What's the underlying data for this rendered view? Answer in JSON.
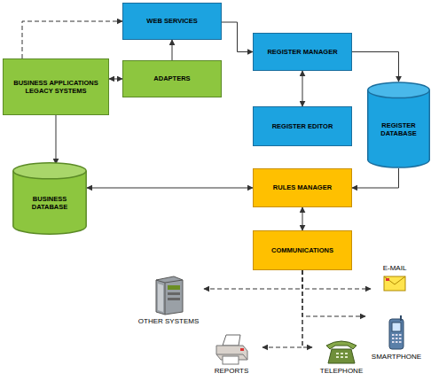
{
  "diagram": {
    "nodes": [
      {
        "text": [
          "WEB SERVICES"
        ]
      },
      {
        "text": [
          "BUSINESS APPLICATIONS LEGACY SYSTEMS"
        ]
      },
      {
        "text": [
          "ADAPTERS"
        ]
      },
      {
        "text": [
          "REGISTER MANAGER"
        ]
      },
      {
        "text": [
          "REGISTER EDITOR"
        ]
      },
      {
        "text": [
          "REGISTER DATABASE"
        ]
      },
      {
        "text": [
          "BUSINESS DATABASE"
        ]
      },
      {
        "text": [
          "RULES MANAGER"
        ]
      },
      {
        "text": [
          "COMMUNICATIONS"
        ]
      },
      {
        "text": [
          "E-MAIL"
        ]
      },
      {
        "text": [
          "OTHER SYSTEMS"
        ]
      },
      {
        "text": [
          "SMARTPHONE"
        ]
      },
      {
        "text": [
          "REPORTS"
        ]
      },
      {
        "text": [
          "TELEPHONE"
        ]
      }
    ],
    "edges": [
      {
        "from": 1,
        "to": 0,
        "arrow": "to"
      },
      {
        "from": 1,
        "to": 2,
        "arrow": "both"
      },
      {
        "from": 2,
        "to": 0,
        "arrow": "to"
      },
      {
        "from": 0,
        "to": 3,
        "arrow": "to"
      },
      {
        "from": 3,
        "to": 4,
        "arrow": "both"
      },
      {
        "from": 3,
        "to": 5,
        "arrow": "to"
      },
      {
        "from": 1,
        "to": 6,
        "arrow": "to"
      },
      {
        "from": 6,
        "to": 7,
        "arrow": "both"
      },
      {
        "from": 5,
        "to": 7,
        "arrow": "to"
      },
      {
        "from": 7,
        "to": 8,
        "arrow": "both"
      },
      {
        "from": 8,
        "to": 10,
        "arrow": "to"
      },
      {
        "from": 8,
        "to": 9,
        "arrow": "to"
      },
      {
        "from": 8,
        "to": 11,
        "arrow": "to"
      },
      {
        "from": 8,
        "to": 12,
        "arrow": "to"
      },
      {
        "from": 8,
        "to": 13,
        "arrow": "to"
      }
    ]
  }
}
